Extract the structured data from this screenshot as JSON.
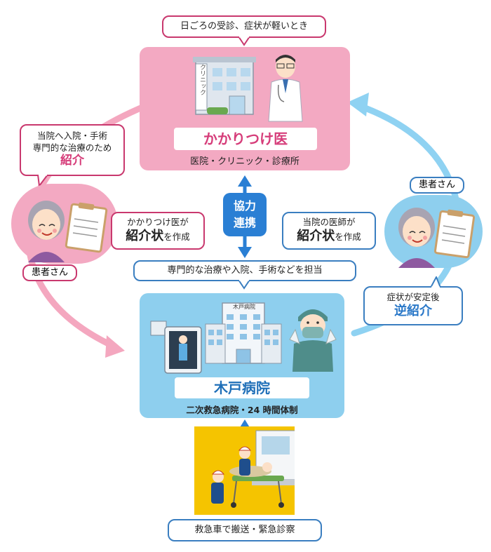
{
  "top_callout": "日ごろの受診、症状が軽いとき",
  "clinic": {
    "sign": "クリニック",
    "name": "かかりつけ医",
    "subtitle": "医院・クリニック・診療所"
  },
  "left_callout": {
    "line1": "当院へ入院・手術",
    "line2": "専門的な治療のため",
    "emphasis": "紹介"
  },
  "left_patient_label": "患者さん",
  "left_referral_callout": {
    "line1": "かかりつけ医が",
    "emphasis": "紹介状",
    "suffix": "を作成"
  },
  "cooperation": {
    "line1": "協力",
    "line2": "連携"
  },
  "right_patient_label": "患者さん",
  "right_referral_callout": {
    "line1": "当院の医師が",
    "emphasis": "紹介状",
    "suffix": "を作成"
  },
  "reverse_callout": {
    "line1": "症状が安定後",
    "emphasis": "逆紹介"
  },
  "hospital_callout": "専門的な治療や入院、手術などを担当",
  "hospital": {
    "sign": "木戸病院",
    "name": "木戸病院",
    "subtitle": "二次救急病院・24 時間体制"
  },
  "ambulance_caption": "救急車で搬送・緊急診察",
  "colors": {
    "pink_panel": "#f3a9c2",
    "pink_text": "#d63d7a",
    "pink_arrow": "#f4a7bf",
    "blue_panel": "#8ecfee",
    "blue_text": "#2a78c8",
    "blue_arrow": "#8fd2f2",
    "cooperation_arrow": "#2a7fd4",
    "ambulance_bg": "#f5c400"
  }
}
